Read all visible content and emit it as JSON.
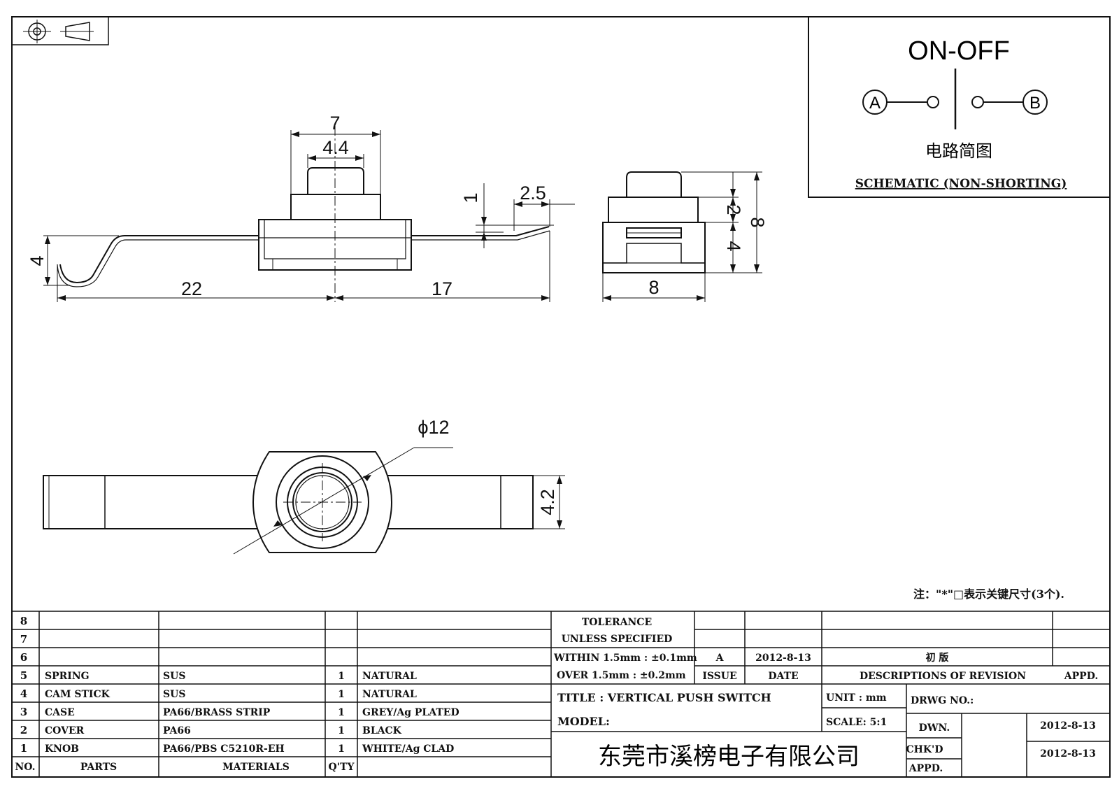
{
  "schematic": {
    "title": "ON-OFF",
    "terminal_a": "A",
    "terminal_b": "B",
    "caption_cn": "电路简图",
    "caption_en": "SCHEMATIC (NON-SHORTING)"
  },
  "dimensions": {
    "front_top_width": "7",
    "front_knob_width": "4.4",
    "front_lead_height": "1",
    "front_lead_offset": "2.5",
    "front_hook_height": "4",
    "front_left_length": "22",
    "front_right_length": "17",
    "side_knob_height": "2",
    "side_body_height": "4",
    "side_total_height": "8",
    "side_width": "8",
    "bottom_diameter": "ϕ12",
    "bottom_strip_width": "4.2"
  },
  "note": "注：\"*\"□表示关键尺寸(3个).",
  "parts_table": {
    "rows": [
      {
        "no": "8",
        "part": "",
        "material": "",
        "qty": "",
        "finish": ""
      },
      {
        "no": "7",
        "part": "",
        "material": "",
        "qty": "",
        "finish": ""
      },
      {
        "no": "6",
        "part": "",
        "material": "",
        "qty": "",
        "finish": ""
      },
      {
        "no": "5",
        "part": "SPRING",
        "material": "SUS",
        "qty": "1",
        "finish": "NATURAL"
      },
      {
        "no": "4",
        "part": "CAM STICK",
        "material": "SUS",
        "qty": "1",
        "finish": "NATURAL"
      },
      {
        "no": "3",
        "part": "CASE",
        "material": "PA66/BRASS STRIP",
        "qty": "1",
        "finish": "GREY/Ag PLATED"
      },
      {
        "no": "2",
        "part": "COVER",
        "material": "PA66",
        "qty": "1",
        "finish": "BLACK"
      },
      {
        "no": "1",
        "part": "KNOB",
        "material": "PA66/PBS C5210R-EH",
        "qty": "1",
        "finish": "WHITE/Ag CLAD"
      }
    ],
    "header": {
      "no": "NO.",
      "part": "PARTS",
      "material": "MATERIALS",
      "qty": "Q'TY"
    }
  },
  "title_block": {
    "tolerance_1": "TOLERANCE",
    "tolerance_2": "UNLESS  SPECIFIED",
    "tolerance_3": "WITHIN 1.5mm : ±0.1mm",
    "tolerance_4": "OVER 1.5mm : ±0.2mm",
    "issue_value": "A",
    "date_value": "2012-8-13",
    "revision_value": "初 版",
    "issue_label": "ISSUE",
    "date_label": "DATE",
    "desc_label": "DESCRIPTIONS OF REVISION",
    "appd_label": "APPD.",
    "title": "TITLE :  VERTICAL PUSH SWITCH",
    "unit": "UNIT :  mm",
    "drwg_no": "DRWG NO.:",
    "model": "MODEL:",
    "scale": "SCALE:  5:1",
    "dwn_label": "DWN.",
    "dwn_date": "2012-8-13",
    "chkd_label": "CHK'D",
    "chkd_date": "2012-8-13",
    "appd2_label": "APPD.",
    "company": "东莞市溪榜电子有限公司"
  }
}
